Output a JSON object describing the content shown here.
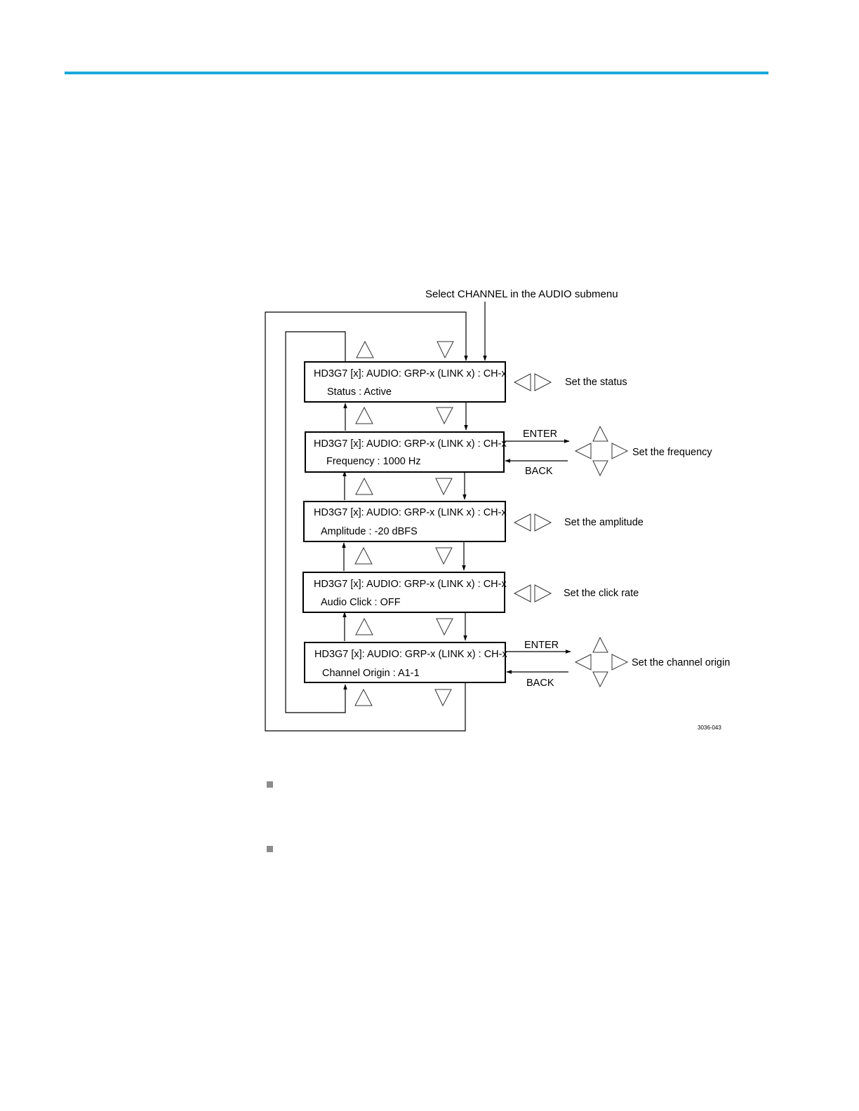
{
  "header": {
    "accent_color": "#1ba9d8"
  },
  "diagram": {
    "entry_label": "Select CHANNEL in the AUDIO submenu",
    "figure_id": "3036-043",
    "nav_keys": {
      "up": "up-arrow-icon",
      "down": "down-arrow-icon",
      "left": "left-arrow-icon",
      "right": "right-arrow-icon"
    },
    "screens": [
      {
        "title": "HD3G7 [x]: AUDIO: GRP-x (LINK x) : CH-x",
        "value": "Status : Active",
        "action": "Set the status",
        "control": "left-right"
      },
      {
        "title": "HD3G7 [x]: AUDIO: GRP-x (LINK x) : CH-x",
        "value": "Frequency : 1000 Hz",
        "action": "Set the frequency",
        "control": "four-way",
        "enter": "ENTER",
        "back": "BACK"
      },
      {
        "title": "HD3G7 [x]: AUDIO: GRP-x (LINK x) : CH-x",
        "value": "Amplitude :  -20 dBFS",
        "action": "Set the amplitude",
        "control": "left-right"
      },
      {
        "title": "HD3G7 [x]: AUDIO: GRP-x (LINK x) : CH-x",
        "value": "Audio Click :  OFF",
        "action": "Set the click rate",
        "control": "left-right"
      },
      {
        "title": "HD3G7 [x]: AUDIO: GRP-x (LINK x) : CH-x",
        "value": "Channel Origin :  A1-1",
        "action": "Set the channel origin",
        "control": "four-way",
        "enter": "ENTER",
        "back": "BACK"
      }
    ]
  },
  "bullets": [
    {
      "text": ""
    },
    {
      "text": ""
    }
  ]
}
